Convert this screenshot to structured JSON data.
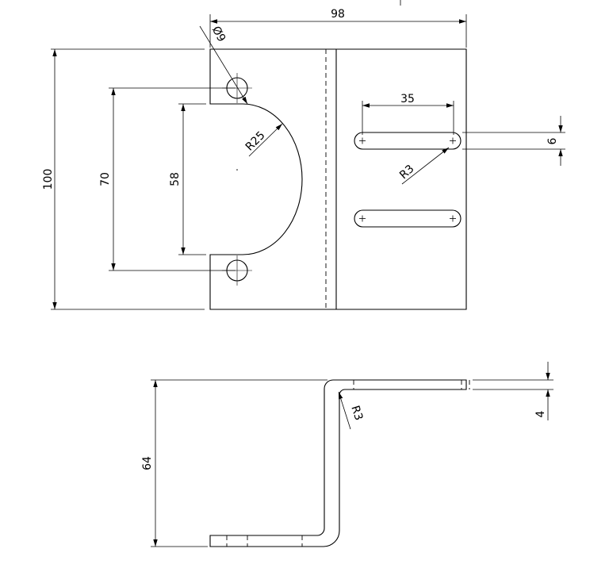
{
  "dimensions": {
    "overall_width": "98",
    "hole_diameter": "Ø9",
    "overall_height": "100",
    "hole_spacing": "70",
    "cutout_height": "58",
    "cutout_radius": "R25",
    "slot_length": "35",
    "slot_width": "6",
    "slot_radius": "R3",
    "side_height": "64",
    "thickness": "4",
    "bend_radius": "R3"
  }
}
